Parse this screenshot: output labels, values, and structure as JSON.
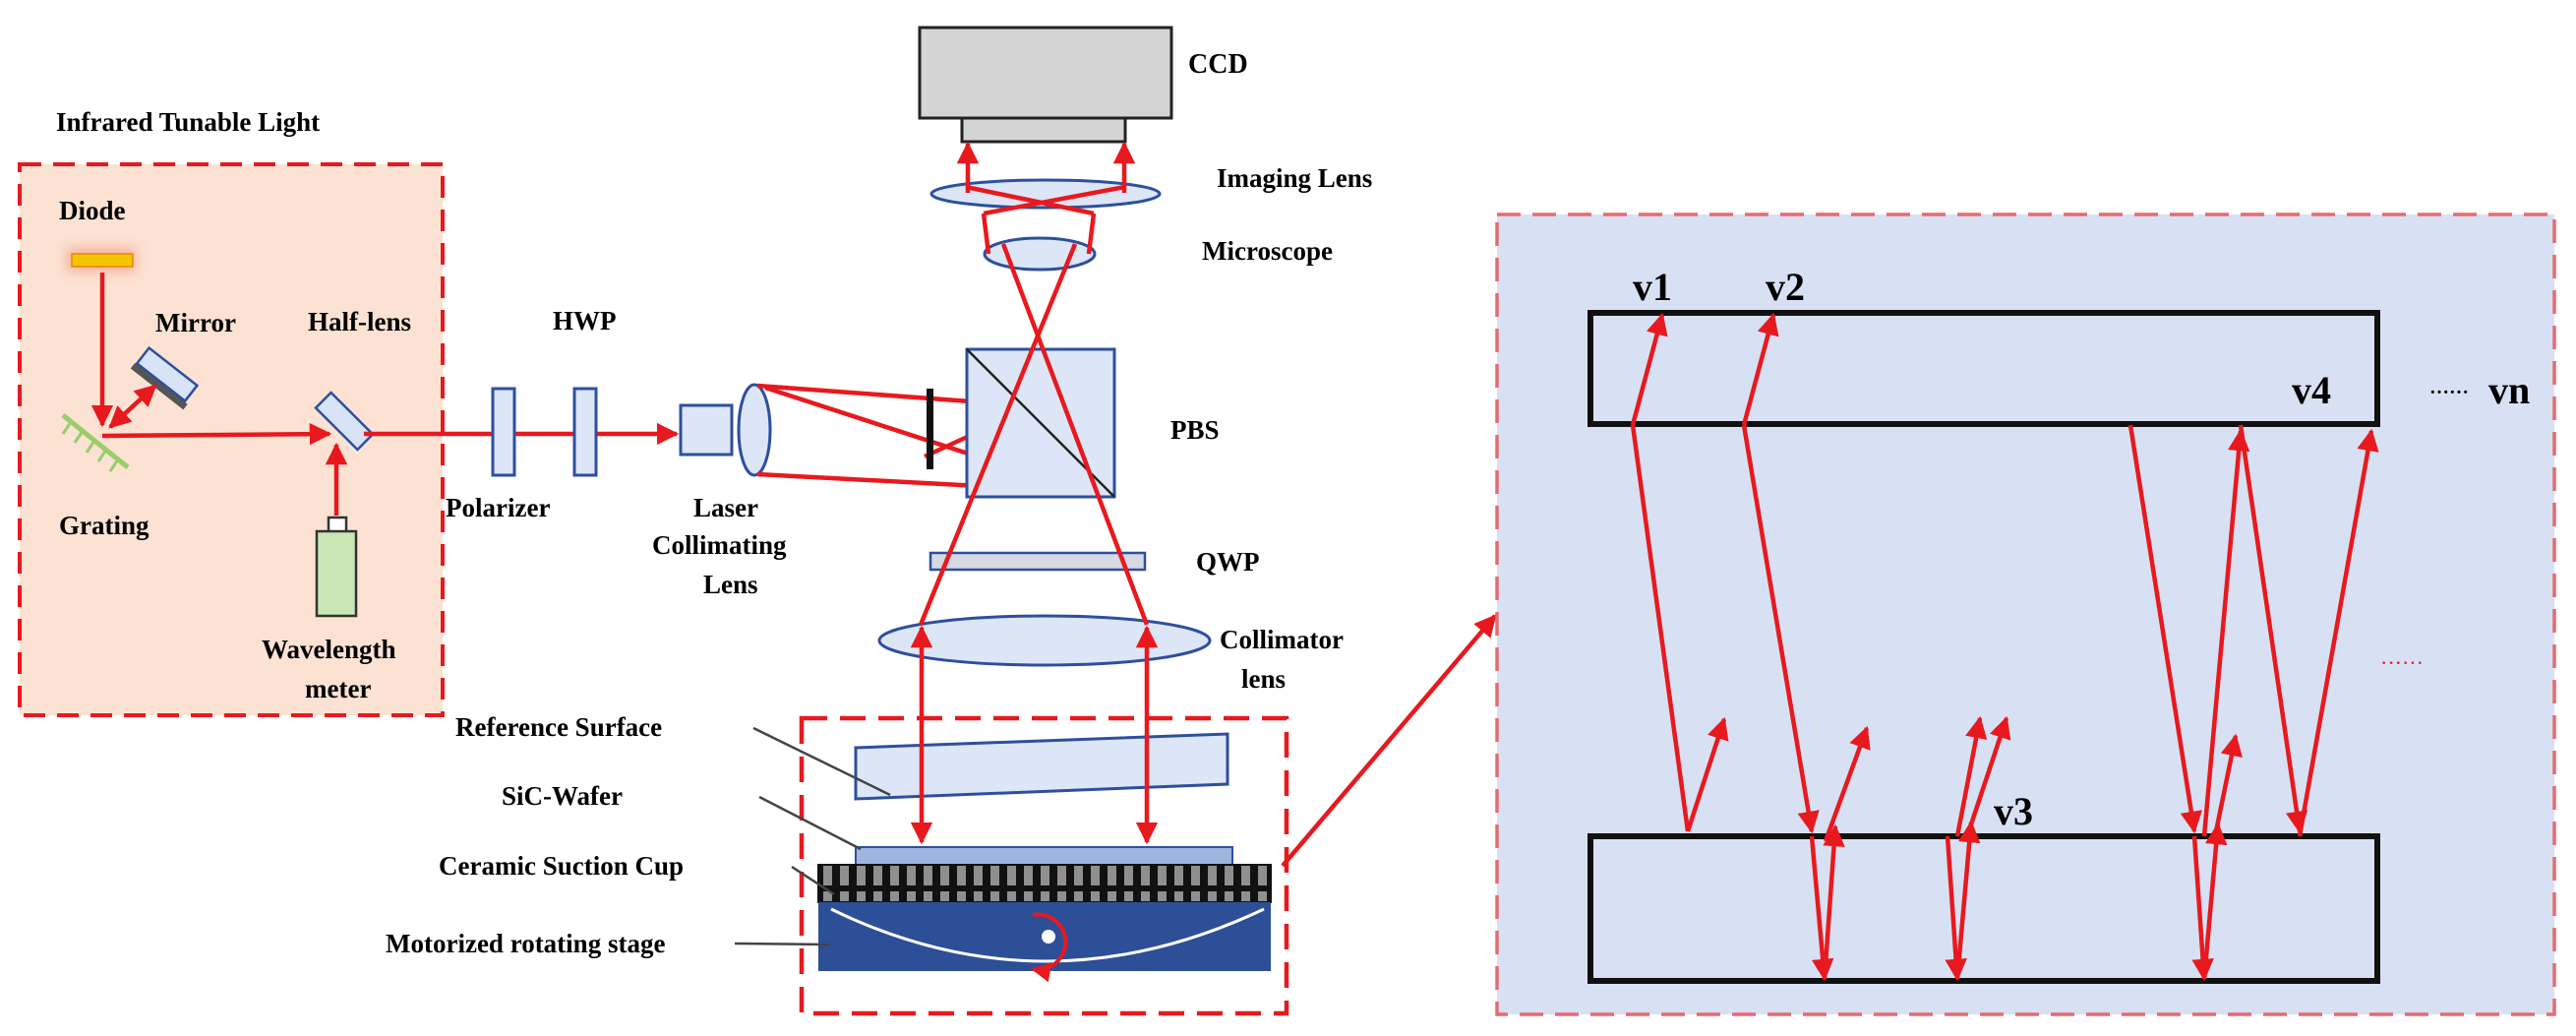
{
  "colors": {
    "laser": "#e8191e",
    "source_box_fill": "#fbe2d3",
    "zoom_panel_fill": "#d8e1f4",
    "optics_blue": "#2e4f9e",
    "lens_fill": "#dde6f7",
    "stage_blue": "#2d4f97",
    "wafer_blue": "#9fb5e0",
    "ccd_gray": "#d4d4d4",
    "diode_yellow": "#f5c400",
    "grating_green": "#9acd6b",
    "meter_green": "#c9e6b5"
  },
  "labels": {
    "source_title": "Infrared Tunable Light",
    "diode": "Diode",
    "mirror": "Mirror",
    "half_lens": "Half-lens",
    "grating": "Grating",
    "wavelength_meter_1": "Wavelength",
    "wavelength_meter_2": "meter",
    "hwp": "HWP",
    "polarizer": "Polarizer",
    "laser_collimating_1": "Laser",
    "laser_collimating_2": "Collimating",
    "laser_collimating_3": "Lens",
    "ccd": "CCD",
    "imaging_lens": "Imaging Lens",
    "microscope": "Microscope",
    "pbs": "PBS",
    "qwp": "QWP",
    "collimator_1": "Collimator",
    "collimator_2": "lens",
    "reference_surface": "Reference Surface",
    "sic_wafer": "SiC-Wafer",
    "ceramic_cup": "Ceramic Suction Cup",
    "rotating_stage": "Motorized rotating stage"
  },
  "zoom": {
    "v1": "v1",
    "v2": "v2",
    "v3": "v3",
    "v4": "v4",
    "vn": "vn",
    "dots_h": "······",
    "dots_red": "······"
  }
}
